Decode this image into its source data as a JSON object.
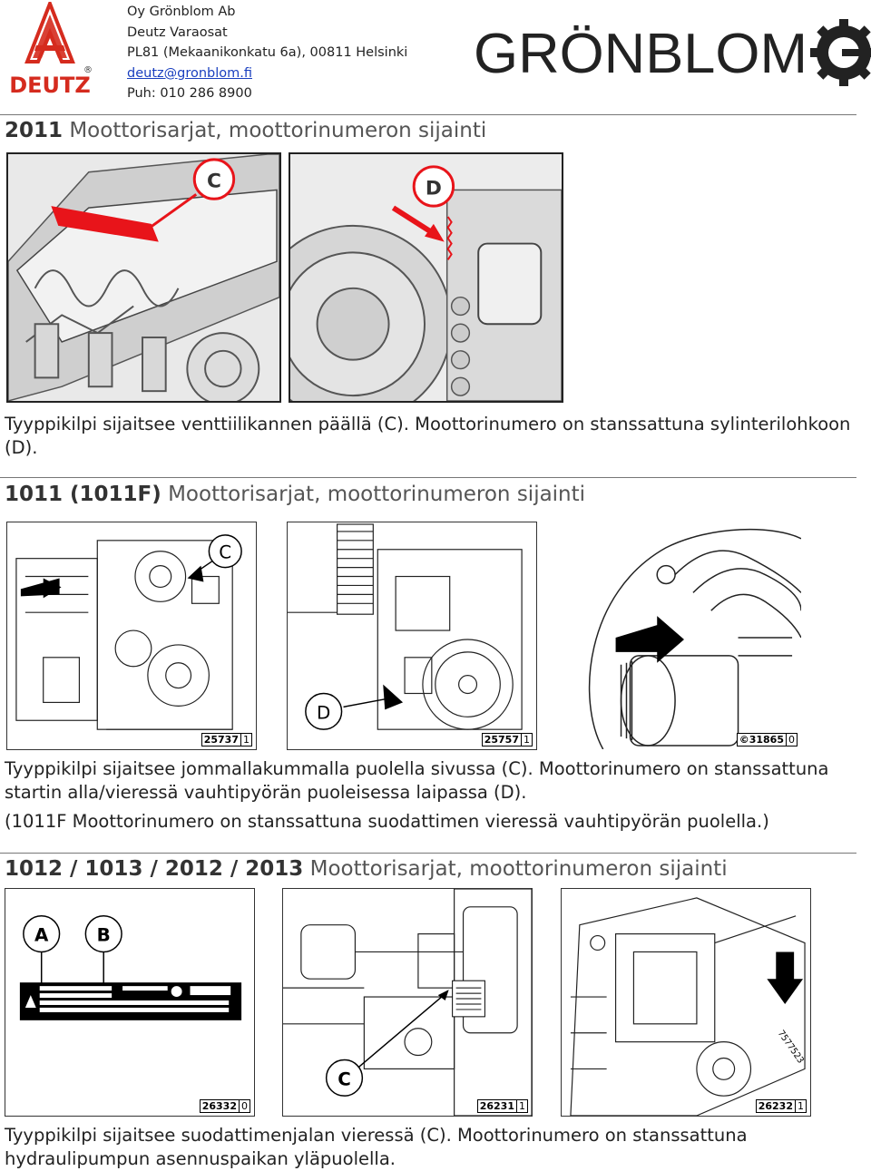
{
  "header": {
    "company": "Oy Grönblom Ab",
    "department": "Deutz Varaosat",
    "address": "PL81 (Mekaanikonkatu 6a), 00811 Helsinki",
    "email": "deutz@gronblom.fi",
    "phone": "Puh: 010 286 8900",
    "deutz_logo_text": "DEUTZ",
    "gronblom_logo_text": "GRÖNBLOM"
  },
  "sections": [
    {
      "title_bold": "2011",
      "title_rest": " Moottorisarjat, moottorinumeron sijainti",
      "figures": [
        {
          "callout": "C",
          "number": ""
        },
        {
          "callout": "D",
          "number": ""
        }
      ],
      "caption": "Tyyppikilpi sijaitsee venttiilikannen päällä (C). Moottorinumero on stanssattuna sylinterilohkoon (D)."
    },
    {
      "title_bold": "1011 (1011F)",
      "title_rest": " Moottorisarjat, moottorinumeron sijainti",
      "figures": [
        {
          "callout": "C",
          "number": "25737",
          "suffix": "1"
        },
        {
          "callout": "D",
          "number": "25757",
          "suffix": "1"
        },
        {
          "callout": "",
          "number": "©31865",
          "suffix": "0"
        }
      ],
      "caption": "Tyyppikilpi sijaitsee jommallakummalla puolella sivussa (C). Moottorinumero on stanssattuna startin alla/vieressä vauhtipyörän puoleisessa laipassa (D).",
      "caption2": "(1011F Moottorinumero on stanssattuna suodattimen vieressä vauhtipyörän puolella.)"
    },
    {
      "title_bold": "1012 / 1013 / 2012 / 2013",
      "title_rest": " Moottorisarjat, moottorinumeron sijainti",
      "figures": [
        {
          "callouts": [
            "A",
            "B"
          ],
          "number": "26332",
          "suffix": "0"
        },
        {
          "callout": "C",
          "number": "26231",
          "suffix": "1"
        },
        {
          "callout": "",
          "number": "26232",
          "suffix": "1",
          "stamp": "7577523"
        }
      ],
      "caption": "Tyyppikilpi sijaitsee suodattimenjalan vieressä (C). Moottorinumero on stanssattuna hydraulipumpun asennuspaikan yläpuolella."
    }
  ],
  "colors": {
    "deutz_red": "#d52b1e",
    "highlight_red": "#e8141a",
    "logo_dark": "#222222"
  }
}
